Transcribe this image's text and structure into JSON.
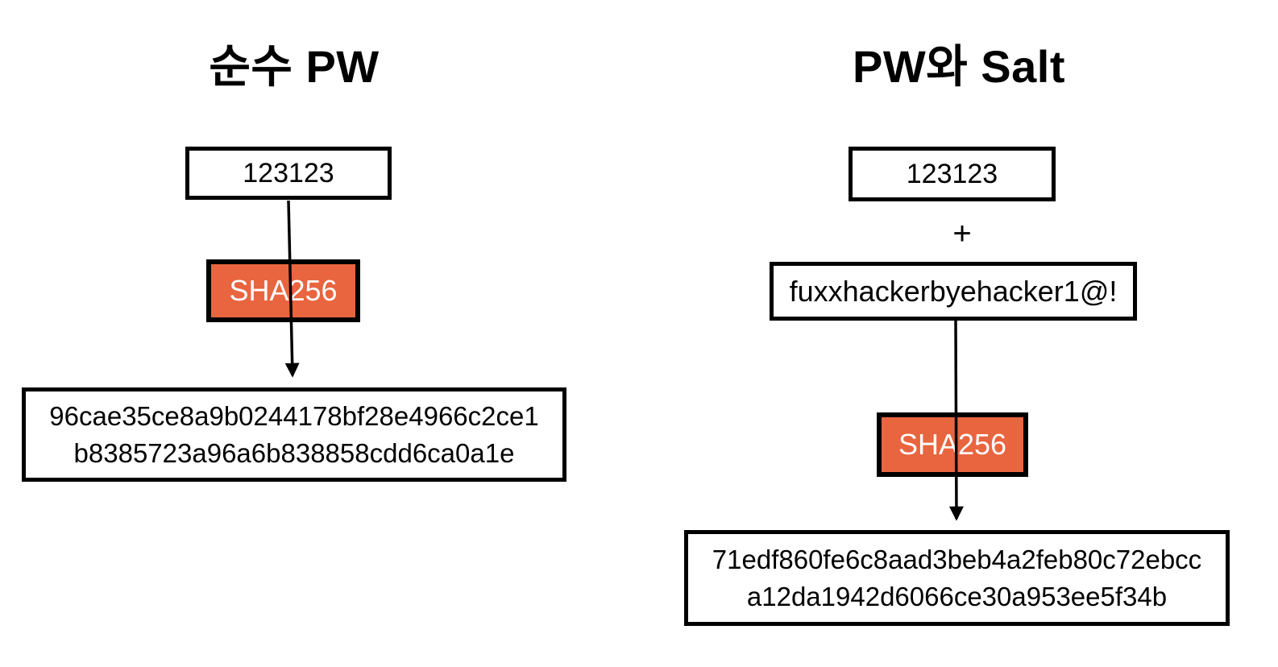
{
  "diagram_title": "Password hashing: plain vs salted",
  "colors": {
    "background": "#FFFFFF",
    "box_border": "#000000",
    "box_fill": "#FFFFFF",
    "hash_fn_fill": "#E8653F",
    "hash_fn_text": "#FFFFFF",
    "text": "#000000",
    "arrow": "#000000"
  },
  "left": {
    "title": "순수 PW",
    "password_value": "123123",
    "hash_fn_label": "SHA256",
    "hash_output_line1": "96cae35ce8a9b0244178bf28e4966c2ce1",
    "hash_output_line2": "b8385723a96a6b838858cdd6ca0a1e"
  },
  "right": {
    "title": "PW와 Salt",
    "password_value": "123123",
    "plus_sign": "+",
    "salt_value": "fuxxhackerbyehacker1@!",
    "hash_fn_label": "SHA256",
    "hash_output_line1": "71edf860fe6c8aad3beb4a2feb80c72ebcc",
    "hash_output_line2": "a12da1942d6066ce30a953ee5f34b"
  }
}
